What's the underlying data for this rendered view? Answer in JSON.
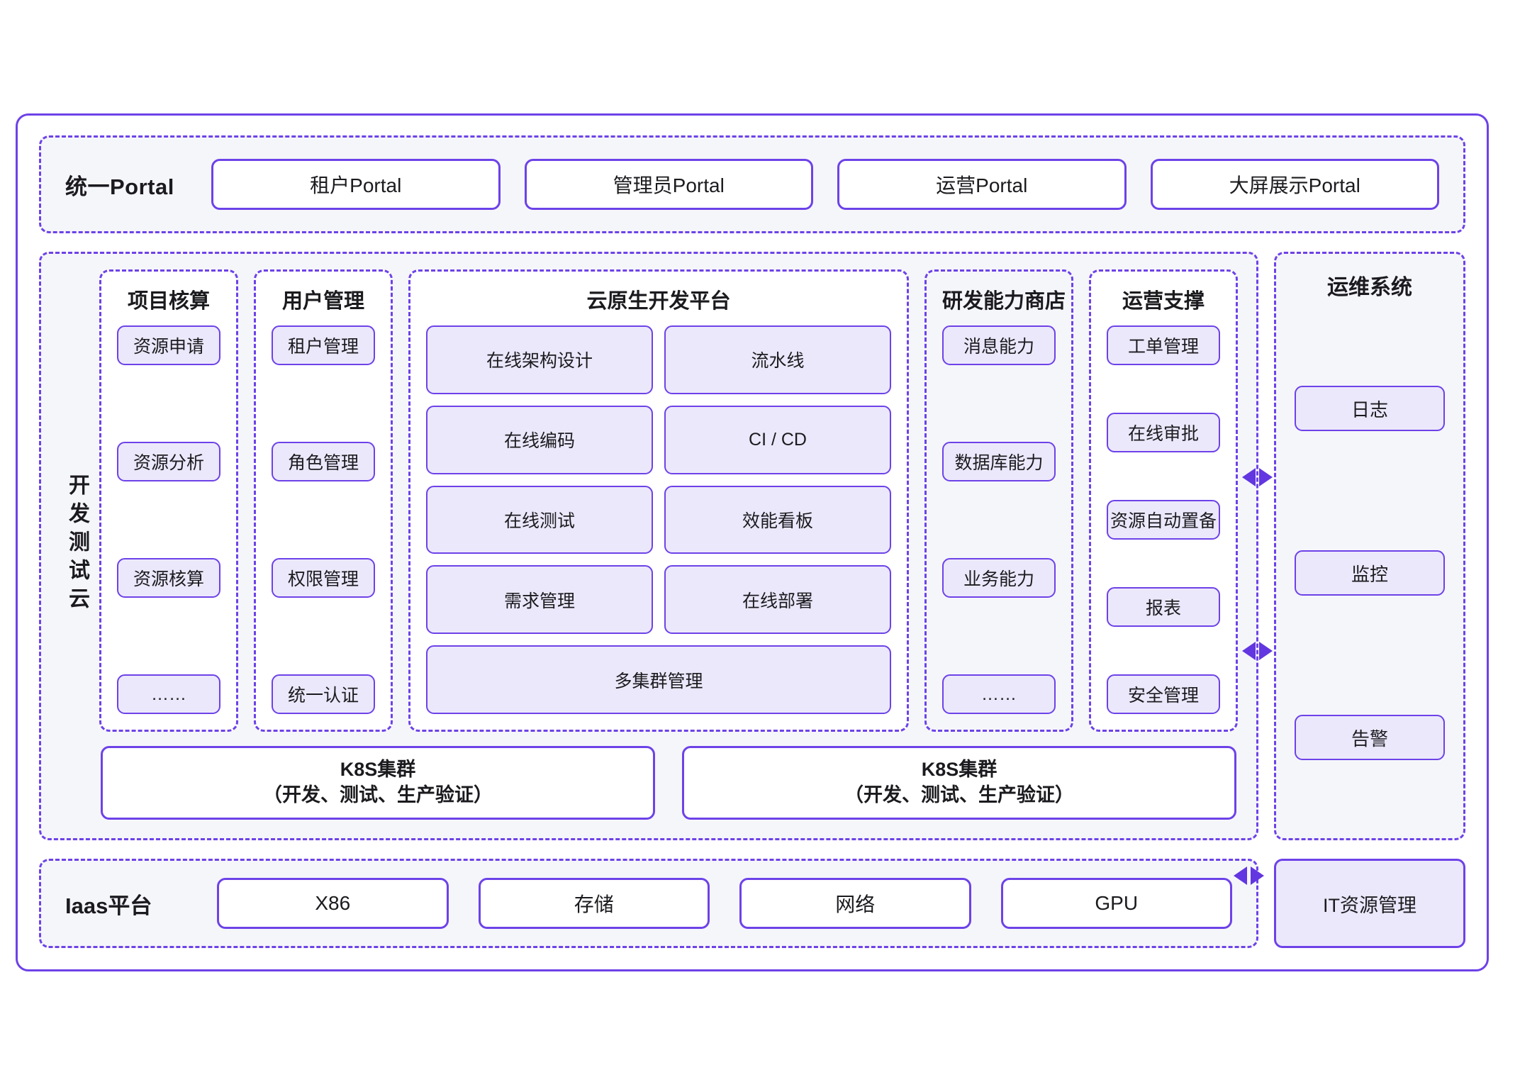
{
  "portal": {
    "band_title": "统一Portal",
    "cards": [
      {
        "label": "租户Portal"
      },
      {
        "label": "管理员Portal"
      },
      {
        "label": "运营Portal"
      },
      {
        "label": "大屏展示Portal"
      }
    ]
  },
  "devtest": {
    "vertical_label": "开发测试云",
    "groups": [
      {
        "title": "项目核算",
        "fill": "white",
        "layout": "single",
        "items": [
          "资源申请",
          "资源分析",
          "资源核算",
          "……"
        ]
      },
      {
        "title": "用户管理",
        "fill": "white",
        "layout": "single",
        "items": [
          "租户管理",
          "角色管理",
          "权限管理",
          "统一认证"
        ]
      },
      {
        "title": "云原生开发平台",
        "fill": "white",
        "layout": "grid2",
        "items": [
          "在线架构设计",
          "流水线",
          "在线编码",
          "CI / CD",
          "在线测试",
          "效能看板",
          "需求管理",
          "在线部署",
          "多集群管理"
        ]
      },
      {
        "title": "研发能力商店",
        "fill": "grey",
        "layout": "single",
        "items": [
          "消息能力",
          "数据库能力",
          "业务能力",
          "……"
        ]
      },
      {
        "title": "运营支撑",
        "fill": "white",
        "layout": "single",
        "items": [
          "工单管理",
          "在线审批",
          "资源自动置备",
          "报表",
          "安全管理"
        ]
      }
    ],
    "k8s_clusters": [
      {
        "line1": "K8S集群",
        "line2": "（开发、测试、生产验证）"
      },
      {
        "line1": "K8S集群",
        "line2": "（开发、测试、生产验证）"
      }
    ]
  },
  "ops_system": {
    "title": "运维系统",
    "items": [
      "日志",
      "监控",
      "告警"
    ]
  },
  "iaas": {
    "band_title": "Iaas平台",
    "cards": [
      {
        "label": "X86"
      },
      {
        "label": "存储"
      },
      {
        "label": "网络"
      },
      {
        "label": "GPU"
      }
    ],
    "it_resource_label": "IT资源管理"
  },
  "icons": {
    "arrow_left": "triangle-left-icon",
    "arrow_right": "triangle-right-icon"
  },
  "colors": {
    "accent": "#6d42e8",
    "arrow": "#6236e0",
    "chip_fill": "#ece8fb",
    "band_fill": "#f5f6fa",
    "card_fill": "#ffffff"
  }
}
